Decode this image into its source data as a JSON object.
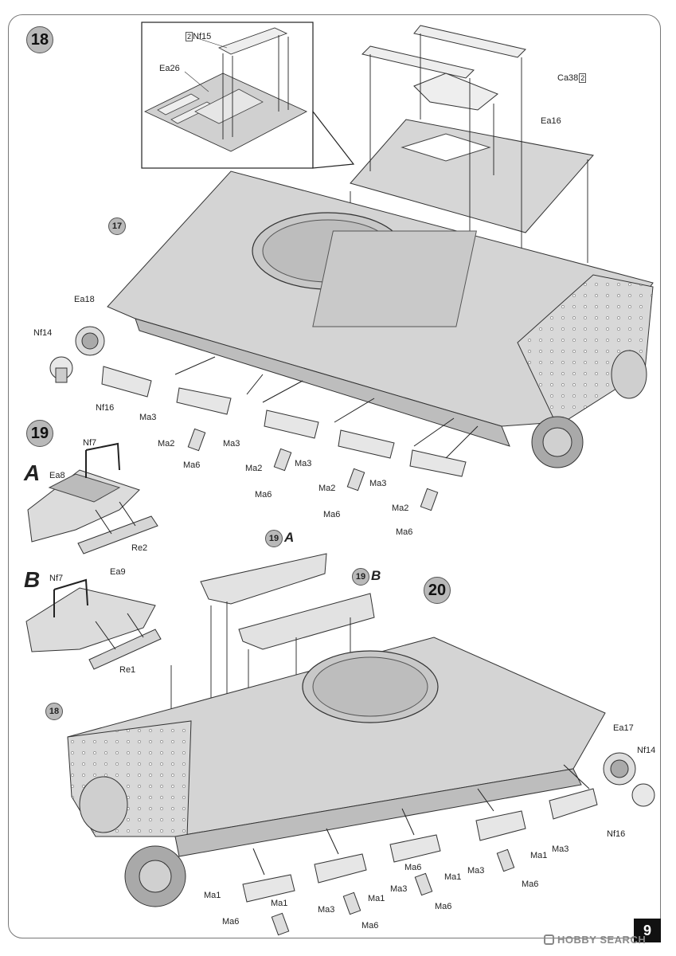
{
  "page_number": "9",
  "watermark": "HOBBY SEARCH",
  "steps": {
    "s18": "18",
    "s19": "19",
    "s20": "20",
    "ref17": "17",
    "ref18": "18",
    "ref19a_num": "19",
    "ref19a_sub": "A",
    "ref19b_num": "19",
    "ref19b_sub": "B"
  },
  "subassemblies": {
    "a": "A",
    "b": "B"
  },
  "labels": {
    "nf15": "Nf15",
    "nf15_qty": "2",
    "ea26": "Ea26",
    "ca38": "Ca38",
    "ca38_qty": "2",
    "ea16": "Ea16",
    "ea18": "Ea18",
    "nf14_top": "Nf14",
    "nf16_top": "Nf16",
    "ma3_t1": "Ma3",
    "ma2_t1": "Ma2",
    "ma6_t1": "Ma6",
    "ma3_t2": "Ma3",
    "ma2_t2": "Ma2",
    "ma3_t3": "Ma3",
    "ma6_t2": "Ma6",
    "ma2_t3": "Ma2",
    "ma3_t4": "Ma3",
    "ma6_t3": "Ma6",
    "ma2_t4": "Ma2",
    "ma6_t4": "Ma6",
    "nf7_a": "Nf7",
    "ea8": "Ea8",
    "re2": "Re2",
    "nf7_b": "Nf7",
    "ea9": "Ea9",
    "re1": "Re1",
    "ea17": "Ea17",
    "nf14_bot": "Nf14",
    "nf16_bot": "Nf16",
    "ma3_b1": "Ma3",
    "ma1_b1": "Ma1",
    "ma6_b1": "Ma6",
    "ma3_b2": "Ma3",
    "ma1_b2": "Ma1",
    "ma6_b2": "Ma6",
    "ma3_b3": "Ma3",
    "ma1_b3": "Ma1",
    "ma6_b3": "Ma6",
    "ma3_b4": "Ma3",
    "ma1_b4": "Ma1",
    "ma6_b4": "Ma6",
    "ma1_b5": "Ma1",
    "ma6_b5": "Ma6"
  }
}
